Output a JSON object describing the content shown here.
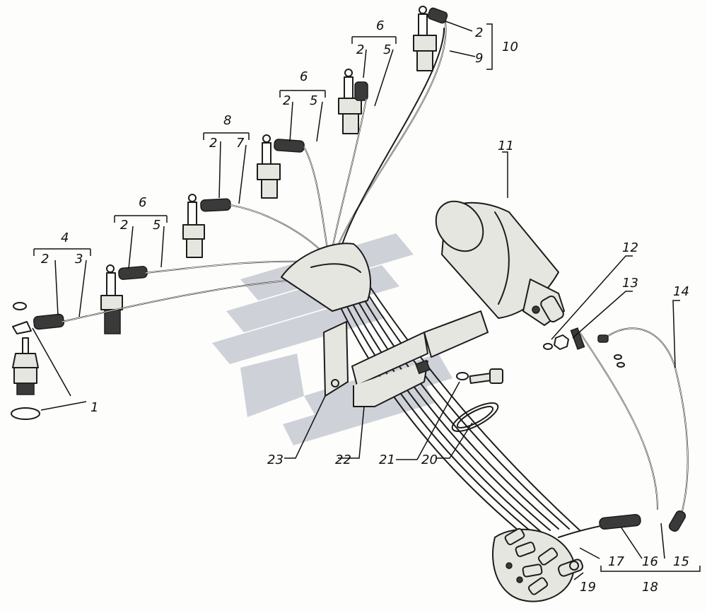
{
  "diagram": {
    "callouts": [
      {
        "id": "c1",
        "text": "1"
      },
      {
        "id": "c4",
        "text": "4"
      },
      {
        "id": "c4-2",
        "text": "2"
      },
      {
        "id": "c4-3",
        "text": "3"
      },
      {
        "id": "c6a",
        "text": "6"
      },
      {
        "id": "c6a-2",
        "text": "2"
      },
      {
        "id": "c6a-5",
        "text": "5"
      },
      {
        "id": "c8",
        "text": "8"
      },
      {
        "id": "c8-2",
        "text": "2"
      },
      {
        "id": "c8-7",
        "text": "7"
      },
      {
        "id": "c6b",
        "text": "6"
      },
      {
        "id": "c6b-2",
        "text": "2"
      },
      {
        "id": "c6b-5",
        "text": "5"
      },
      {
        "id": "c6c",
        "text": "6"
      },
      {
        "id": "c6c-2",
        "text": "2"
      },
      {
        "id": "c6c-5",
        "text": "5"
      },
      {
        "id": "c10-2",
        "text": "2"
      },
      {
        "id": "c10-9",
        "text": "9"
      },
      {
        "id": "c10",
        "text": "10"
      },
      {
        "id": "c11",
        "text": "11"
      },
      {
        "id": "c12",
        "text": "12"
      },
      {
        "id": "c13",
        "text": "13"
      },
      {
        "id": "c14",
        "text": "14"
      },
      {
        "id": "c15",
        "text": "15"
      },
      {
        "id": "c16",
        "text": "16"
      },
      {
        "id": "c17",
        "text": "17"
      },
      {
        "id": "c18",
        "text": "18"
      },
      {
        "id": "c19",
        "text": "19"
      },
      {
        "id": "c20",
        "text": "20"
      },
      {
        "id": "c21",
        "text": "21"
      },
      {
        "id": "c22",
        "text": "22"
      },
      {
        "id": "c23",
        "text": "23"
      }
    ]
  }
}
